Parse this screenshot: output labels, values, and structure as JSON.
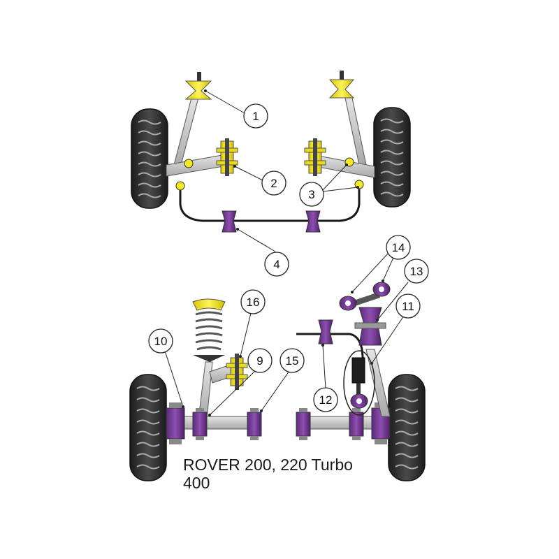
{
  "caption": {
    "line1": "ROVER 200, 220 Turbo",
    "line2": "400"
  },
  "colors": {
    "yellow_bush": "#f5e91f",
    "purple_bush": "#7a3c9a",
    "purple_dark": "#4e2068",
    "tyre": "#2b2b2b",
    "arm_grey": "#c9c9c9",
    "outline": "#222222"
  },
  "callouts": {
    "c1": "1",
    "c2": "2",
    "c3": "3",
    "c4": "4",
    "c9": "9",
    "c10": "10",
    "c11": "11",
    "c12": "12",
    "c13": "13",
    "c14": "14",
    "c15": "15",
    "c16": "16"
  }
}
